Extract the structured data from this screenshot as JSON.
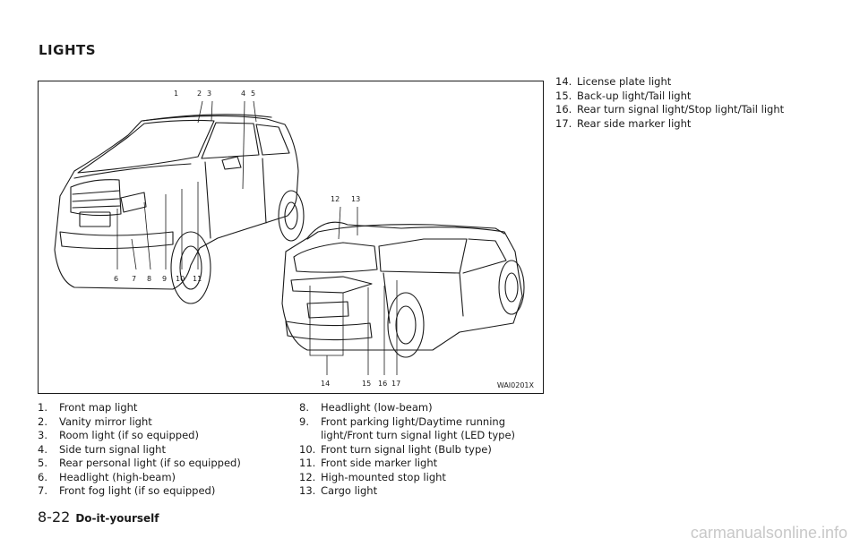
{
  "heading": "LIGHTS",
  "figure": {
    "code": "WAI0201X",
    "callouts": [
      "1",
      "2",
      "3",
      "4",
      "5",
      "6",
      "7",
      "8",
      "9",
      "10",
      "11",
      "12",
      "13",
      "14",
      "15",
      "16",
      "17"
    ]
  },
  "legend": [
    {
      "n": "1.",
      "t": "Front map light"
    },
    {
      "n": "2.",
      "t": "Vanity mirror light"
    },
    {
      "n": "3.",
      "t": "Room light (if so equipped)"
    },
    {
      "n": "4.",
      "t": "Side turn signal light"
    },
    {
      "n": "5.",
      "t": "Rear personal light (if so equipped)"
    },
    {
      "n": "6.",
      "t": "Headlight (high-beam)"
    },
    {
      "n": "7.",
      "t": "Front fog light (if so equipped)"
    },
    {
      "n": "8.",
      "t": "Headlight (low-beam)"
    },
    {
      "n": "9.",
      "t": "Front parking light/Daytime running light/Front turn signal light (LED type)"
    },
    {
      "n": "10.",
      "t": "Front turn signal light (Bulb type)"
    },
    {
      "n": "11.",
      "t": "Front side marker light"
    },
    {
      "n": "12.",
      "t": "High-mounted stop light"
    },
    {
      "n": "13.",
      "t": "Cargo light"
    },
    {
      "n": "14.",
      "t": "License plate light"
    },
    {
      "n": "15.",
      "t": "Back-up light/Tail light"
    },
    {
      "n": "16.",
      "t": "Rear turn signal light/Stop light/Tail light"
    },
    {
      "n": "17.",
      "t": "Rear side marker light"
    }
  ],
  "footer": {
    "page": "8-22",
    "section": "Do-it-yourself"
  },
  "watermark": "carmanualsonline.info"
}
